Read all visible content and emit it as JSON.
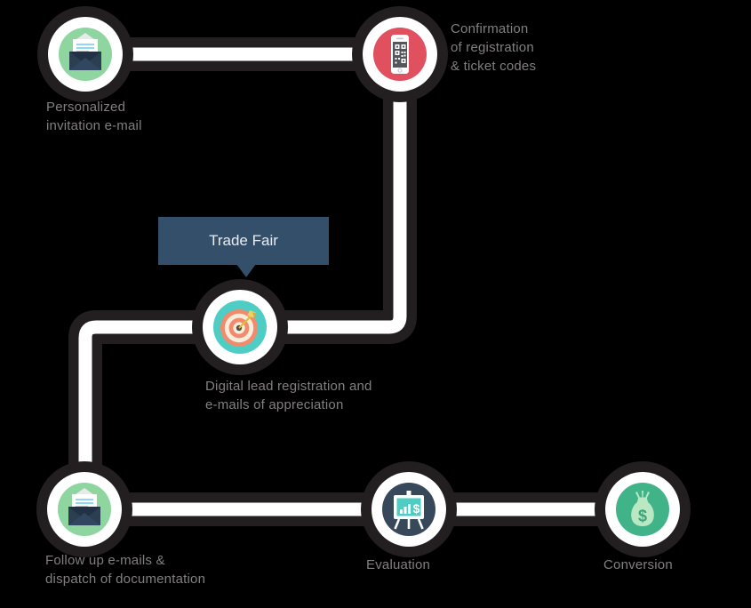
{
  "colors": {
    "background": "#000000",
    "path_outline": "#231f20",
    "path_fill": "#ffffff",
    "label_text": "#837f81",
    "callout_bg": "#344f6a",
    "callout_text": "#e9ecef",
    "node_green": "#8fd5a0",
    "node_red": "#e1505f",
    "node_teal": "#4ecdc4",
    "node_navy": "#36485a",
    "node_money_green": "#41b389"
  },
  "callout": {
    "label": "Trade Fair"
  },
  "nodes": [
    {
      "name": "personalized-invitation",
      "icon": "envelope-icon",
      "lines": [
        "Personalized",
        "invitation e-mail"
      ]
    },
    {
      "name": "registration-confirmation",
      "icon": "smartphone-qr-icon",
      "lines": [
        "Confirmation",
        "of registration",
        "& ticket codes"
      ]
    },
    {
      "name": "digital-lead-registration",
      "icon": "target-icon",
      "lines": [
        "Digital lead registration and",
        "e-mails of appreciation"
      ]
    },
    {
      "name": "follow-up-emails",
      "icon": "envelope-icon",
      "lines": [
        "Follow up e-mails &",
        "dispatch of documentation"
      ]
    },
    {
      "name": "evaluation",
      "icon": "presentation-chart-icon",
      "lines": [
        "Evaluation"
      ]
    },
    {
      "name": "conversion",
      "icon": "money-bag-icon",
      "lines": [
        "Conversion"
      ]
    }
  ]
}
